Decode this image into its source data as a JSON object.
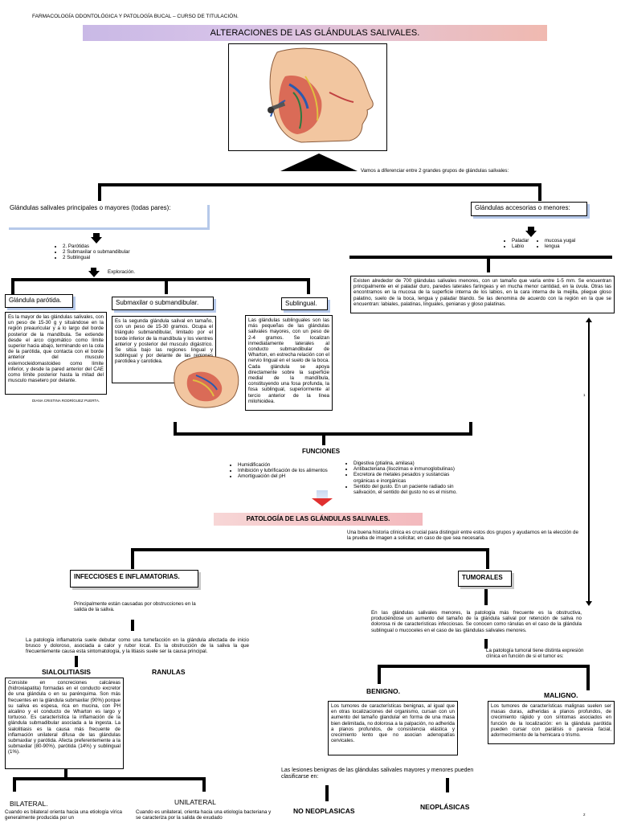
{
  "header": {
    "course": "FARMACOLOGÍA ODONTOLÓGICA Y PATOLOGÍA BUCAL – CURSO DE TITULACIÓN.",
    "title": "ALTERACIONES DE LAS GLÁNDULAS SALIVALES."
  },
  "intro": "Vamos a diferenciar entre 2 grandes grupos de glándulas salivales:",
  "mayores": {
    "title": "Glándulas salivales principales o mayores (todas pares):",
    "list": [
      "2. Parótidas",
      "2 Submaxilar o submandibular",
      "2 Sublingual"
    ],
    "exploracion": "Exploración."
  },
  "menores": {
    "title": "Glándulas accesorias o menores:",
    "list_left": [
      "Paladar",
      "Labio"
    ],
    "list_right": [
      "mucosa yugal",
      "lengua"
    ],
    "text": "Existen alrededor de 700 glándulas salivales menores, con un tamaño que varía entre 1-5 mm. Se encuentran principalmente en el paladar duro, paredes laterales faríngeas y en mucha menor cantidad, en la úvula. Otras las encontramos en la mucosa de la superficie interna de los labios, en la cara interna de la mejilla, pliegue gloso palatino, suelo de la boca, lengua y paladar blando. Se las denomina de acuerdo con la región en la que se encuentran: labiales, palatinas, linguales, genianas y gloso palatinas."
  },
  "parotida": {
    "title": "Glándula parótida.",
    "text": "Es la mayor de las glándulas salivales, con un peso de 15-30 g y situándose en la región preauricular y a lo largo del borde posterior de la mandíbula. Se extiende desde el arco cigomático como límite superior hacia abajo, terminando en la cola de la parótida, que contacta con el borde anterior del musculo esternocleidomastoideo como límite inferior, y desde la pared anterior del CAE como límite posterior hasta la mitad del musculo masetero por delante."
  },
  "author": "DIANA CRISTINA RODRÍGUEZ PUERTA.",
  "submaxilar": {
    "title": "Submaxilar o submandibular.",
    "text": "Es la segunda glándula salival en tamaño, con un peso de 15-30 gramos. Ocupa el triángulo submandibular, limitado por el borde inferior de la mandíbula y los vientres anterior y posterior del musculo digástrico. Se sitúa bajo las regiones lingual y sublingual y por delante de las regiones parotidea y carotidea."
  },
  "sublingual": {
    "title": "Sublingual.",
    "text": "Las glándulas sublinguales son las más pequeñas de las glándulas salivales mayores, con un peso de 2-4 gramos. Se localizan inmediatamente laterales al conducto submandibular de Wharton, en estrecha relación con el nervio lingual en el suelo de la boca. Cada glándula se apoya directamente sobre la superficie medial de la mandíbula, constituyendo una fosa profunda, la fosa sublingual, superiormente al tercio anterior de la línea milohioidea."
  },
  "funciones": {
    "title": "FUNCIONES",
    "left": [
      "Humidificación",
      "Inhibición y lubrificación de los alimentos",
      "Amortiguación del pH"
    ],
    "right": [
      "Digestiva (ptialina, amilasa)",
      "Antibacteriana (lisozimas e inmunoglobulinas)",
      "Excretora de metales pesados y sustancias orgánicas e inorgánicas",
      "Sentido del gusto. En un paciente radiado sin salivación, el sentido del gusto no es el mismo."
    ]
  },
  "patologia": {
    "title": "PATOLOGÍA DE LAS GLÁNDULAS SALIVALES.",
    "note": "Una buena historia clínica es crucial para distinguir entre estos dos grupos y ayudarnos en la elección de la prueba de imagen a solicitar, en caso de que sea necesaria."
  },
  "infecciosas": {
    "title": "INFECCIOSES E INFLAMATORIAS.",
    "causa": "Principalmente están causadas por obstrucciones en la salida de la saliva.",
    "text": "La patología inflamatoria suele debutar como una tumefacción en la glándula afectada de inicio brusco y doloroso, asociada a calor y rubor local. Es la obstrucción de la saliva la que frecuentemente causa esta sintomatología, y la litiasis suele ser la causa principal."
  },
  "sialolitiasis": {
    "title": "SIALOLITIASIS",
    "text": "Consiste en concreciones calcáreas (hidroxiapatita) formadas en el conducto excretor de una glándula o en su parénquima. Son más frecuentes en la glándula submaxilar (90%) porque su saliva es espesa, rica en mucina, con PH alcalino y el conducto de Wharton es largo y tortuoso. Es característica la inflamación de la glándula submadibular asociada a la ingesta. La sialolitiasis es la causa más frecuente de inflamación unilateral difusa de las glándulas submaxilar y parótida. Afecta preferentemente a la submaxilar (80-90%), parótida (14%) y sublingual (1%)."
  },
  "ranulas": {
    "title": "RANULAS"
  },
  "bilateral": {
    "title": "BILATERAL.",
    "text": "Cuando es bilateral orienta hacia una etiología vírica generalmente producida por un"
  },
  "unilateral": {
    "title": "UNILATERAL",
    "text": "Cuando es unilateral, orienta hacia una etiología bacteriana y se caracteriza por la salida de exudado"
  },
  "tumorales": {
    "title": "TUMORALES",
    "text": "En las glándulas salivales menores, la patología más frecuente es la obstructiva, produciéndose un aumento del tamaño de la glándula salival por retención de saliva no dolorosa ni de características infecciosas. Se conocen como ránulas en el caso de la glándula sublingual o mucoceles en el caso de las glándulas salivales menores.",
    "expresion": "La patología tumoral tiene distinta expresión clínica en función de si el tumor es:"
  },
  "benigno": {
    "title": "BENIGNO.",
    "text": "Los tumores de características benignas, al igual que en otras localizaciones del organismo, cursan con un aumento del tamaño glandular en forma de una masa bien delimitada, no dolorosa a la palpación, no adherida a planos profundos, de consistencia elástica y crecimiento lento que no asocian adenopatías cervicales."
  },
  "maligno": {
    "title": "MALIGNO.",
    "text": "Los tumores de características malignas suelen ser masas duras, adheridas a planos profundos, de crecimiento rápido y con síntomas asociados en función de la localización: en la glándula parótida pueden cursar con parálisis o paresia facial, adormecimiento de la hemicara o trismo."
  },
  "lesiones": "Las lesiones benignas de las glándulas salivales mayores y menores pueden clasificarse en:",
  "no_neoplasicas": "NO NEOPLASICAS",
  "neoplasicas": "NEOPLÁSICAS",
  "page_marks": {
    "side": "1",
    "bottom": "2"
  }
}
